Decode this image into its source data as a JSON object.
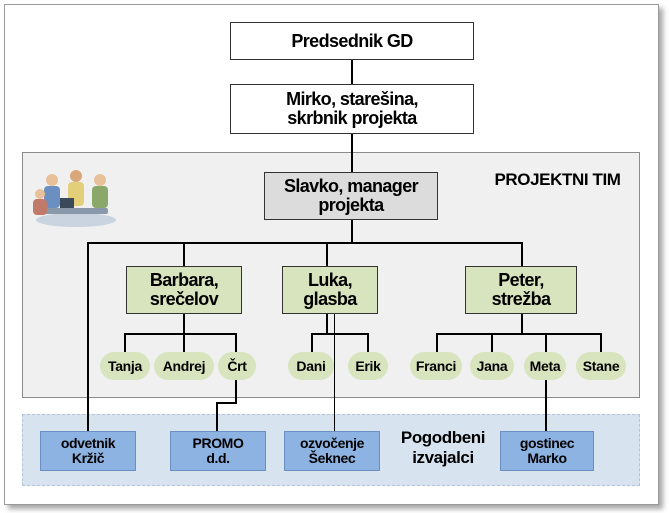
{
  "chart": {
    "top": "Predsednik GD",
    "sponsor": "Mirko, starešina, skrbnik projekta",
    "manager": "Slavko, manager projekta",
    "team_label": "PROJEKTNI TIM",
    "contractors_label": "Pogodbeni izvajalci",
    "groups": [
      {
        "lead": "Barbara, srečelov",
        "members": [
          "Tanja",
          "Andrej",
          "Črt"
        ]
      },
      {
        "lead": "Luka, glasba",
        "members": [
          "Dani",
          "Erik"
        ]
      },
      {
        "lead": "Peter, strežba",
        "members": [
          "Franci",
          "Jana",
          "Meta",
          "Stane"
        ]
      }
    ],
    "contractors": [
      "odvetnik Kržič",
      "PROMO d.d.",
      "ozvočenje Šeknec",
      "gostinec Marko"
    ]
  },
  "icons": {
    "team": "people-meeting-icon"
  },
  "colors": {
    "team_region": "#f0f0f0",
    "contractor_region": "#d8e3f0",
    "lead_box": "#d7e4bd",
    "manager_box": "#dcdcdc",
    "contractor_box": "#8db3e2"
  }
}
